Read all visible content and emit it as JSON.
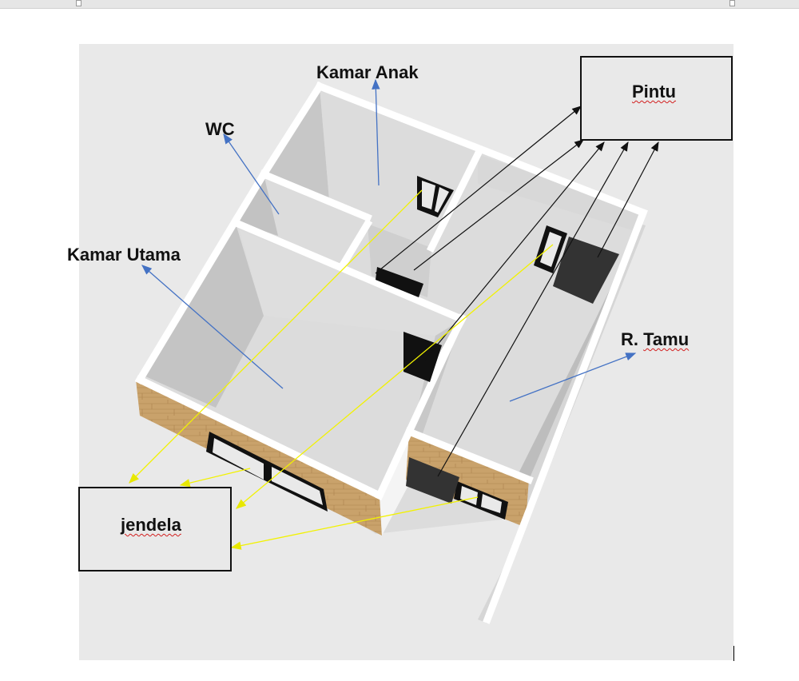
{
  "labels": {
    "kamar_anak": "Kamar Anak",
    "wc": "WC",
    "kamar_utama": "Kamar Utama",
    "r_tamu": "R. Tamu",
    "pintu": "Pintu",
    "jendela": "jendela"
  },
  "colors": {
    "canvas": "#e9e9e9",
    "blue_arrow": "#4472c4",
    "yellow_arrow": "#f2f200",
    "black_arrow": "#111111",
    "wall_top": "#ffffff",
    "wood": "#c9a26b",
    "spell_squiggle": "#d21e1e"
  }
}
